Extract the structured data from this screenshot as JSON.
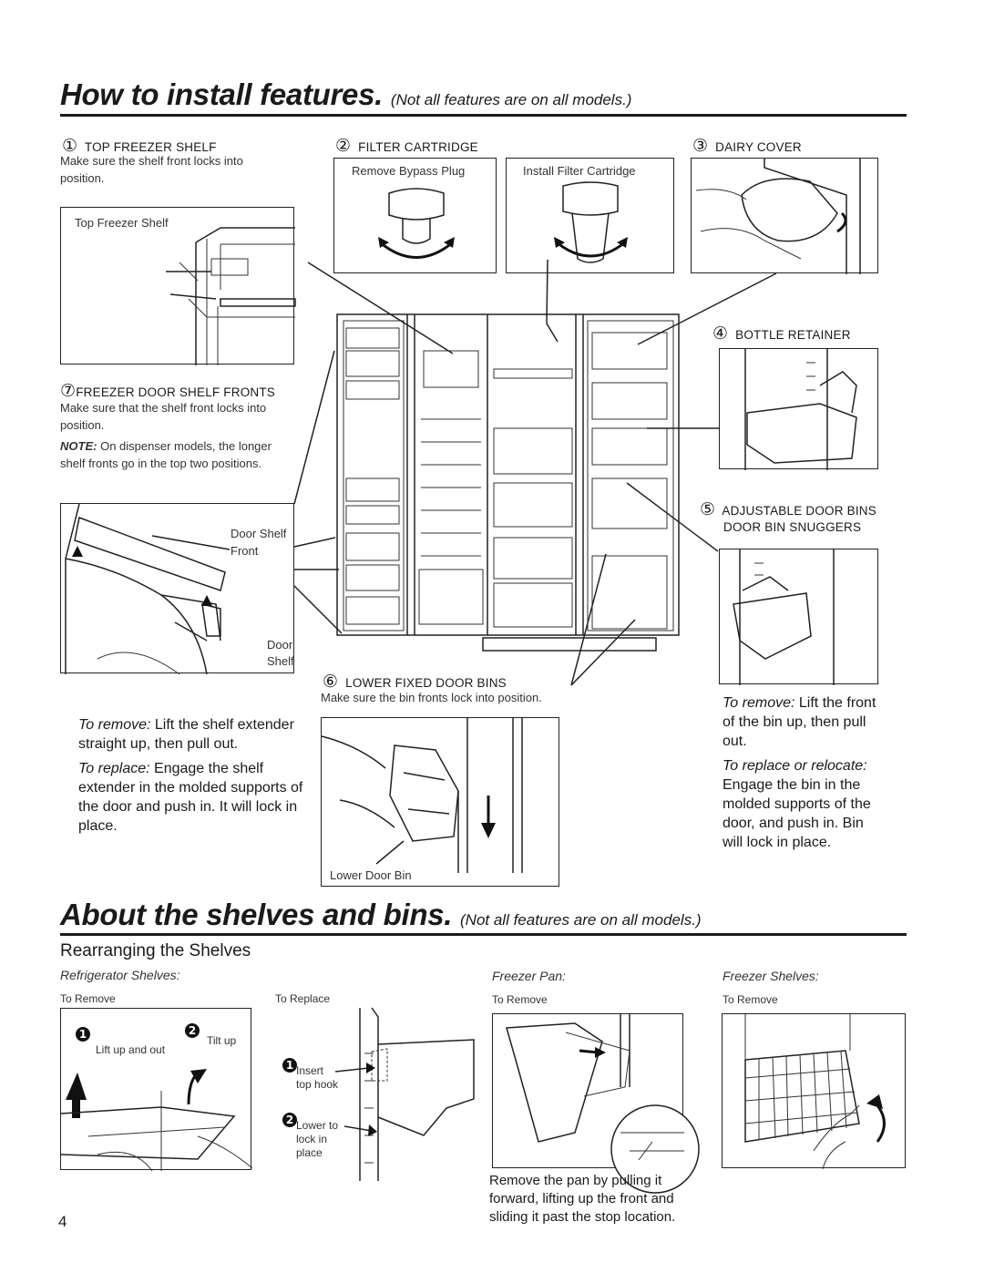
{
  "section1": {
    "title": "How to install features.",
    "subtitle": "(Not all features are on all models.)"
  },
  "features": {
    "top_freezer_shelf": {
      "num": "①",
      "heading": "TOP FREEZER SHELF",
      "desc": "Make sure the shelf front locks into position.",
      "caption": "Top Freezer Shelf"
    },
    "filter_cartridge": {
      "num": "②",
      "heading": "FILTER CARTRIDGE",
      "caption_left": "Remove Bypass Plug",
      "caption_right": "Install Filter Cartridge"
    },
    "dairy_cover": {
      "num": "③",
      "heading": "DAIRY COVER"
    },
    "bottle_retainer": {
      "num": "④",
      "heading": "BOTTLE RETAINER"
    },
    "adjustable_door_bins": {
      "num": "⑤",
      "heading": "ADJUSTABLE DOOR BINS",
      "heading2": "DOOR BIN SNUGGERS",
      "remove_label": "To remove:",
      "remove_text": "Lift the front of the bin up, then pull out.",
      "replace_label": "To replace or relocate:",
      "replace_text": "Engage the bin in the molded supports of the door, and push in. Bin will lock in place."
    },
    "lower_fixed_door_bins": {
      "num": "⑥",
      "heading": "LOWER FIXED DOOR BINS",
      "desc": "Make sure the bin fronts lock into position.",
      "caption": "Lower Door Bin"
    },
    "freezer_door_shelf_fronts": {
      "num": "⑦",
      "heading": "FREEZER DOOR SHELF FRONTS",
      "desc": "Make sure that the shelf front locks into position.",
      "note_label": "NOTE:",
      "note_text": "On dispenser models, the longer shelf fronts go in the top two positions.",
      "caption_front_1": "Door Shelf",
      "caption_front_2": "Front",
      "caption_shelf_1": "Door",
      "caption_shelf_2": "Shelf",
      "remove_label": "To remove:",
      "remove_text": "Lift the shelf extender straight up, then pull out.",
      "replace_label": "To replace:",
      "replace_text": "Engage the shelf extender in the molded supports of the door and push in. It will lock in place."
    }
  },
  "section2": {
    "title": "About the shelves and bins.",
    "subtitle": "(Not all features are on all models.)",
    "heading": "Rearranging the Shelves",
    "refrigerator_shelves": {
      "label": "Refrigerator Shelves:",
      "to_remove": "To Remove",
      "to_replace": "To Replace",
      "step1": "1",
      "step1_text": "Lift up and out",
      "step2": "2",
      "step2_text": "Tilt up",
      "r_step1": "1",
      "r_step1_text_1": "Insert",
      "r_step1_text_2": "top hook",
      "r_step2": "2",
      "r_step2_text_1": "Lower to",
      "r_step2_text_2": "lock in",
      "r_step2_text_3": "place"
    },
    "freezer_pan": {
      "label": "Freezer Pan:",
      "to_remove": "To Remove",
      "desc": "Remove the pan by pulling it forward, lifting up the front and sliding it past the stop location."
    },
    "freezer_shelves": {
      "label": "Freezer Shelves:",
      "to_remove": "To Remove"
    }
  },
  "page_number": "4"
}
